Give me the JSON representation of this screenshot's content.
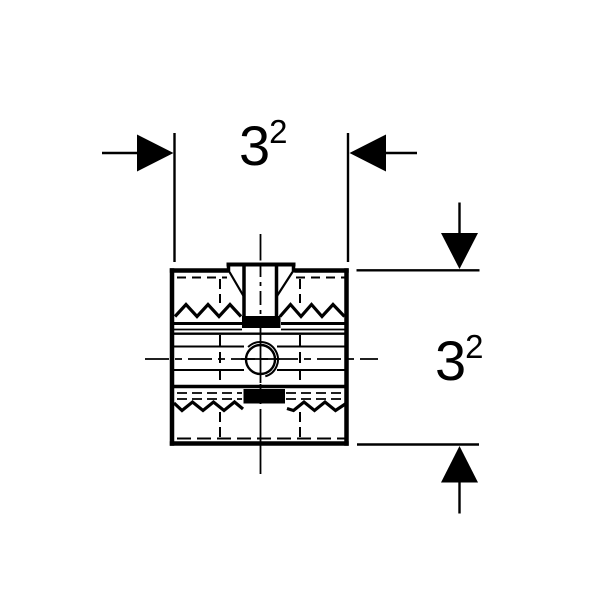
{
  "colors": {
    "ink": "#000000",
    "background": "#ffffff"
  },
  "drawing": {
    "dimensions": {
      "width": {
        "value": "3",
        "footnote": "2"
      },
      "height": {
        "value": "3",
        "footnote": "2"
      }
    }
  }
}
